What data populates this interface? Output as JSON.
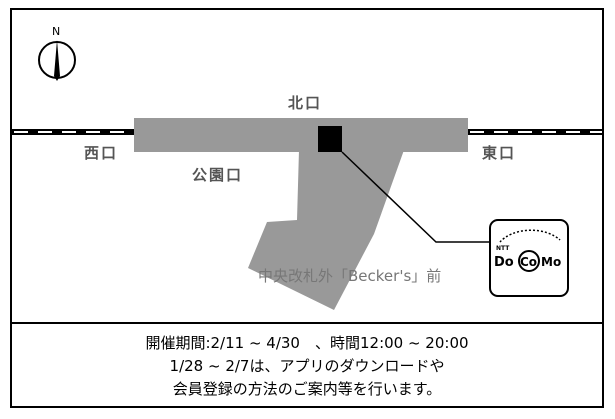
{
  "map": {
    "compass_label": "N",
    "exits": {
      "north": "北口",
      "west": "西口",
      "east": "東口",
      "park": "公園口"
    },
    "location_label": "中央改札外「Becker's」前",
    "logo": {
      "top_text": "NTT",
      "text_do": "Do",
      "text_co": "Co",
      "text_mo": "Mo"
    },
    "colors": {
      "station": "#999999",
      "marker": "#000000",
      "exit_label": "#555555",
      "location_label": "#777777"
    }
  },
  "caption": {
    "line1": "開催期間:2/11 ~ 4/30　、時間12:00 ~ 20:00",
    "line2": "1/28 ~ 2/7は、アプリのダウンロードや",
    "line3": "会員登録の方法のご案内等を行います。"
  }
}
